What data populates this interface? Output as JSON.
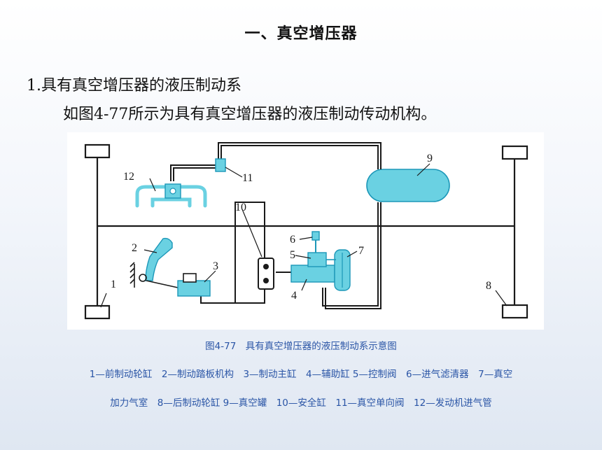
{
  "page": {
    "title": "一、真空增压器",
    "section": "1.具有真空增压器的液压制动系",
    "paragraph": "如图4-77所示为具有真空增压器的液压制动传动机构。"
  },
  "figure": {
    "labels": [
      "1",
      "2",
      "3",
      "4",
      "5",
      "6",
      "7",
      "8",
      "9",
      "10",
      "11",
      "12"
    ],
    "colors": {
      "line": "#1a1a1a",
      "part": "#6ad1e2",
      "part_stroke": "#1c97b8"
    }
  },
  "caption": {
    "title": "图4-77　具有真空增压器的液压制动系示意图",
    "legend_line1": "1—前制动轮缸　2—制动踏板机构　3—制动主缸　4—辅助缸 5—控制阀　6—进气滤清器　7—真空",
    "legend_line2": "加力气室　8—后制动轮缸 9—真空罐　10—安全缸　11—真空单向阀　12—发动机进气管"
  }
}
